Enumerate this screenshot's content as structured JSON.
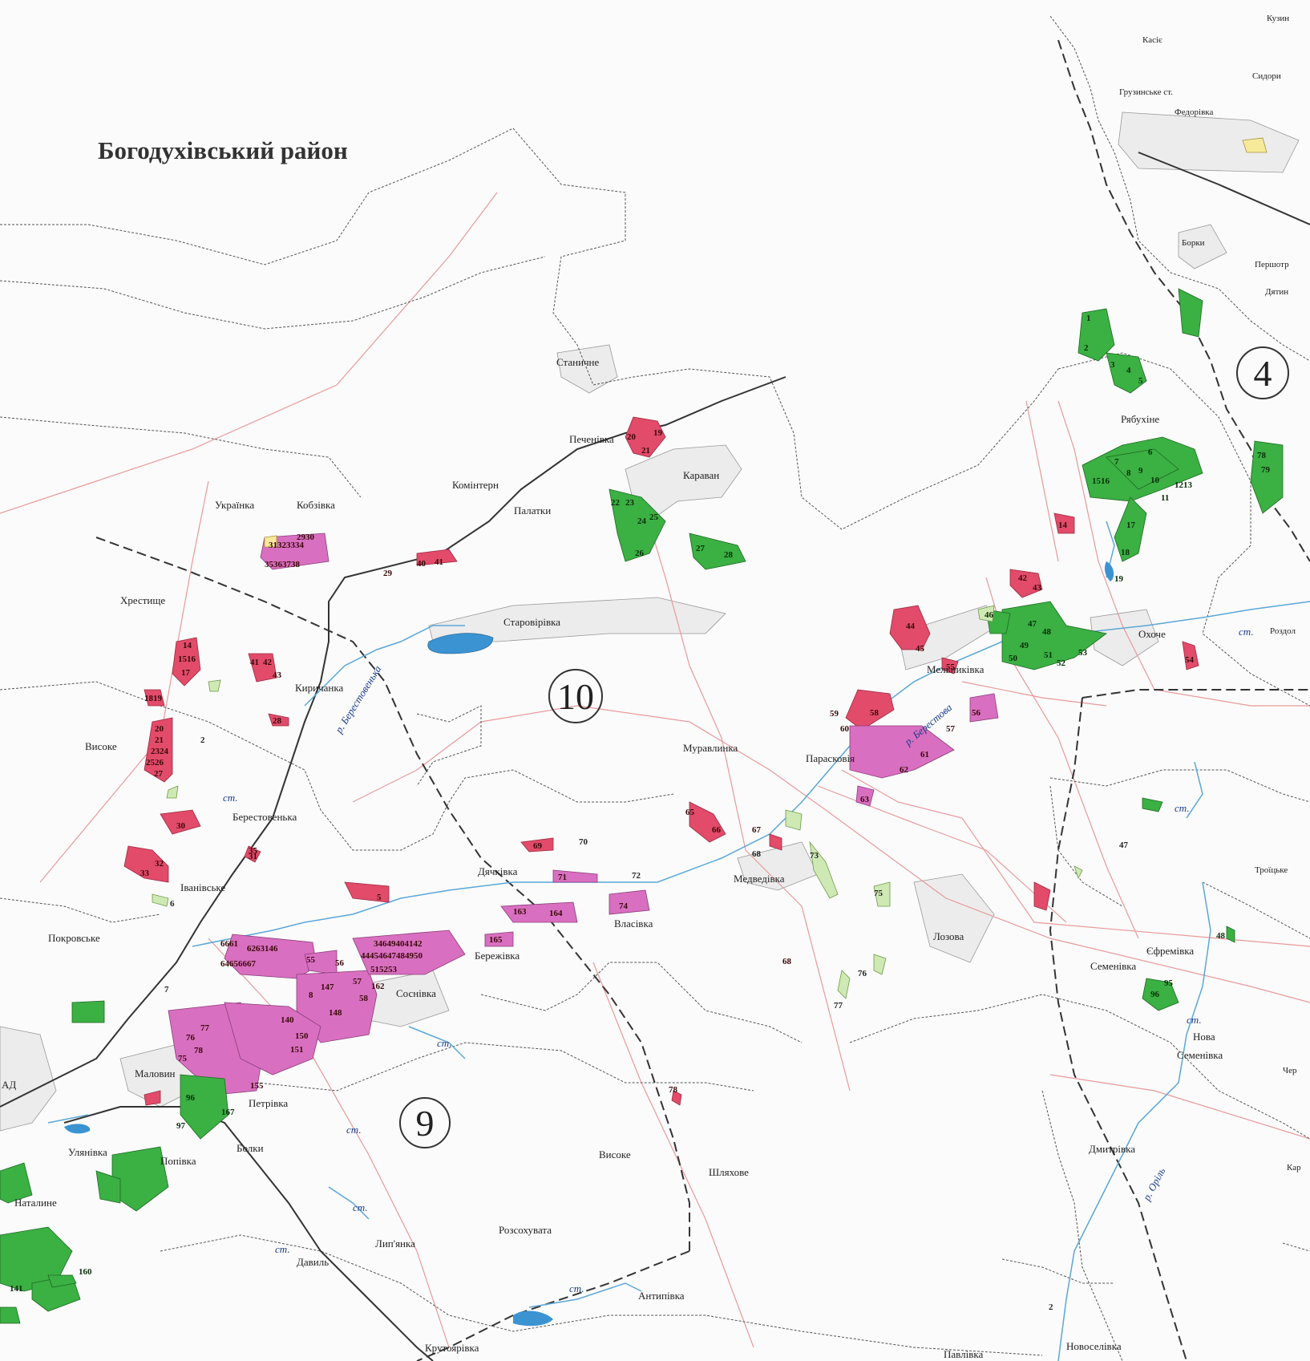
{
  "title": "Богодухівський район",
  "zones": [
    "10",
    "9",
    "4"
  ],
  "rivers": [
    "р. Берестовенька",
    "р. Берестова",
    "р. Оріль"
  ],
  "ponds": [
    "ст."
  ],
  "places": {
    "stanychne": "Станичне",
    "pechenivka": "Печенівка",
    "karavan": "Караван",
    "komintern": "Комінтерн",
    "palatky": "Палатки",
    "ukrainka": "Українка",
    "kobzivka": "Кобзівка",
    "khreshchyshche": "Хрестище",
    "starovirivka": "Старовірівка",
    "kyrychanka": "Киричанка",
    "vysoke": "Високе",
    "berestovenka": "Берестовенька",
    "ivanivske": "Іванівське",
    "pokrovske": "Покровське",
    "dyachkivka": "Дячківка",
    "vlasivka": "Власівка",
    "berezhivka": "Бережівка",
    "sosnivka": "Соснівка",
    "muravlynka": "Муравлинка",
    "paraskoviia": "Парасковія",
    "medvedivka": "Медведівка",
    "melnykivka": "Мельниківка",
    "okhoche": "Охоче",
    "lozova": "Лозова",
    "rybukhine": "Рябухіне",
    "borky": "Борки",
    "pershotr": "Першотр",
    "dyatyn": "Дятин",
    "kuzyn": "Кузин",
    "kasie": "Касіє",
    "sidory": "Сидори",
    "fedorivka": "Федорівка",
    "gruzynske": "Грузинське ст.",
    "rozdol": "Роздол",
    "troitske": "Троїцьке",
    "yefremivka": "Єфремівка",
    "semenivka": "Семенівка",
    "nova_semenivka_1": "Нова",
    "nova_semenivka_2": "Семенівка",
    "dmytrivka": "Дмитрівка",
    "novoselivka": "Новоселівка",
    "pavlivka": "Павлівка",
    "kar": "Кар",
    "cher": "Чер",
    "malovyn": "Маловин",
    "petrivka": "Петрівка",
    "bolky": "Болки",
    "popivka": "Попівка",
    "ulyanivka": "Улянівка",
    "natalyne": "Наталине",
    "vysoke_2": "Високе",
    "shlyakhove": "Шляхове",
    "rozsokhuvata": "Розсохувата",
    "lypyanka": "Лип'янка",
    "davyl": "Давиль",
    "antypivka": "Антипівка",
    "krutoyarivka": "Крутоярівка",
    "ad": "АД"
  },
  "parcels": {
    "n19": "19",
    "n20": "20",
    "n21": "21",
    "n22": "22",
    "n23": "23",
    "n24": "24",
    "n25": "25",
    "n26": "26",
    "n27": "27",
    "n28": "28",
    "n29": "29",
    "n40": "40",
    "n41": "41",
    "n29_30": "2930",
    "n31_34": "31323334",
    "n35_38": "35363738",
    "n14": "14",
    "n15_16": "1516",
    "n17": "17",
    "n18_19": "1819",
    "n41b": "41",
    "n42": "42",
    "n43": "43",
    "n28b": "28",
    "n20b": "20",
    "n21b": "21",
    "n23_24": "2324",
    "n25_26": "2526",
    "n27b": "27",
    "n30": "30",
    "n31": "31",
    "n32": "32",
    "n33": "33",
    "n5": "5",
    "n2": "2",
    "n6": "6",
    "n7": "7",
    "n1": "1",
    "n2g": "2",
    "n3": "3",
    "n4": "4",
    "n5g": "5",
    "n6g": "6",
    "n7g": "7",
    "n8": "8",
    "n9": "9",
    "n10": "10",
    "n11": "11",
    "n12_13": "1213",
    "n15_16g": "1516",
    "n17g": "17",
    "n18": "18",
    "n19g": "19",
    "n14r": "14",
    "n42r": "42",
    "n43r": "43",
    "n44": "44",
    "n45": "45",
    "n46": "46",
    "n47": "47",
    "n48": "48",
    "n49": "49",
    "n50": "50",
    "n51": "51",
    "n52": "52",
    "n53": "53",
    "n54": "54",
    "n55": "55",
    "n56": "56",
    "n57": "57",
    "n58": "58",
    "n59": "59",
    "n60": "60",
    "n61": "61",
    "n62": "62",
    "n63": "63",
    "n65": "65",
    "n66": "66",
    "n67": "67",
    "n68": "68",
    "n69": "69",
    "n70": "70",
    "n71": "71",
    "n72": "72",
    "n73": "73",
    "n74": "74",
    "n75": "75",
    "n76": "76",
    "n77": "77",
    "n78": "78",
    "n47b": "47",
    "n48b": "48",
    "n95": "95",
    "n96": "96",
    "n2s": "2",
    "n163": "163",
    "n164": "164",
    "n165": "165",
    "n147": "147",
    "n148": "148",
    "n57b": "57",
    "n58b": "58",
    "n8b": "8",
    "n162": "162",
    "n55b": "55",
    "n56b": "56",
    "n66_61": "6661",
    "n62_63": "6263146",
    "n64_67": "64656667",
    "n3_block": "34649404142",
    "n44_block": "44454647484950",
    "n51_53": "515253",
    "n140": "140",
    "n150": "150",
    "n151": "151",
    "n76b": "76",
    "n77b": "77",
    "n75b": "75",
    "n78b": "78",
    "n167": "167",
    "n155": "155",
    "n96b": "96",
    "n97": "97",
    "n160": "160",
    "n141": "141",
    "n78c": "78",
    "n79": "79",
    "n68d": "68",
    "n35": "35"
  }
}
